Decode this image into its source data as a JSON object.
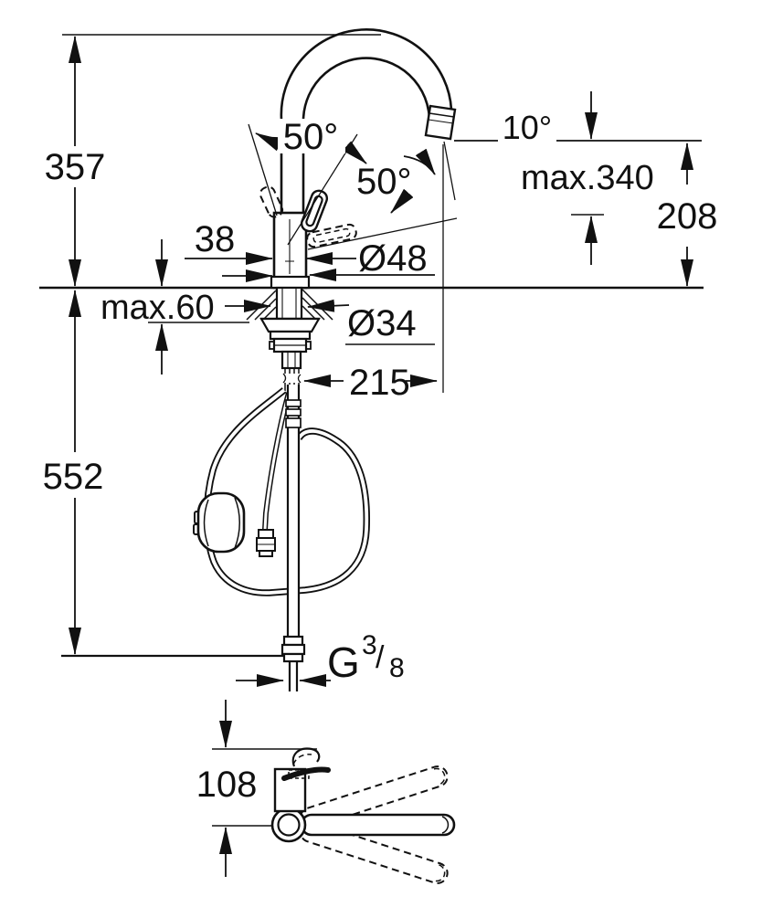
{
  "diagram": {
    "type": "technical-dimension-drawing",
    "subject": "single-lever kitchen sink mixer, front view and top view",
    "background": "#ffffff",
    "line_color": "#111111",
    "dimensions": {
      "height_total": "357",
      "hose_length_below_counter": "552",
      "counter_thickness": "max.60",
      "body_width": "38",
      "body_diameter": "Ø48",
      "mounting_hole_diameter": "Ø34",
      "spout_projection": "215",
      "outlet_height": "208",
      "pullout_extension": "max.340",
      "spout_tilt_angle": "10°",
      "handle_angle_left": "50°",
      "handle_angle_right": "50°",
      "top_view_depth": "108",
      "thread_letter": "G",
      "thread_numerator": "3",
      "thread_slash": "/",
      "thread_denominator": "8"
    }
  }
}
